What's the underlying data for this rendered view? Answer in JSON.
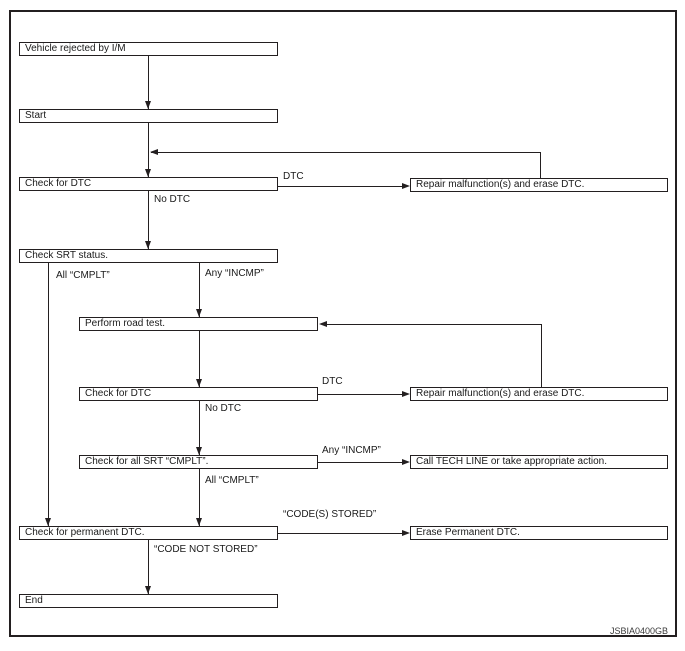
{
  "figure_code": "JSBIA0400GB",
  "colors": {
    "line": "#231f20",
    "box_border": "#231f20",
    "background": "#ffffff"
  },
  "nodes": [
    {
      "label": "Vehicle rejected by I/M"
    },
    {
      "label": "Start"
    },
    {
      "label": "Check for DTC"
    },
    {
      "label": "Check SRT status."
    },
    {
      "label": "Perform road test."
    },
    {
      "label": "Check for DTC"
    },
    {
      "label": "Check for all SRT “CMPLT”."
    },
    {
      "label": "Check for permanent DTC."
    },
    {
      "label": "End"
    },
    {
      "label": "Repair malfunction(s) and erase DTC."
    },
    {
      "label": "Repair malfunction(s) and erase DTC."
    },
    {
      "label": "Call TECH LINE or take appropriate action."
    },
    {
      "label": "Erase Permanent DTC."
    }
  ],
  "edge_labels": [
    {
      "text": "DTC"
    },
    {
      "text": "No DTC"
    },
    {
      "text": "All “CMPLT”"
    },
    {
      "text": "Any “INCMP”"
    },
    {
      "text": "DTC"
    },
    {
      "text": "No DTC"
    },
    {
      "text": "Any “INCMP”"
    },
    {
      "text": "All “CMPLT”"
    },
    {
      "text": "“CODE(S) STORED”"
    },
    {
      "text": "“CODE NOT STORED”"
    }
  ]
}
